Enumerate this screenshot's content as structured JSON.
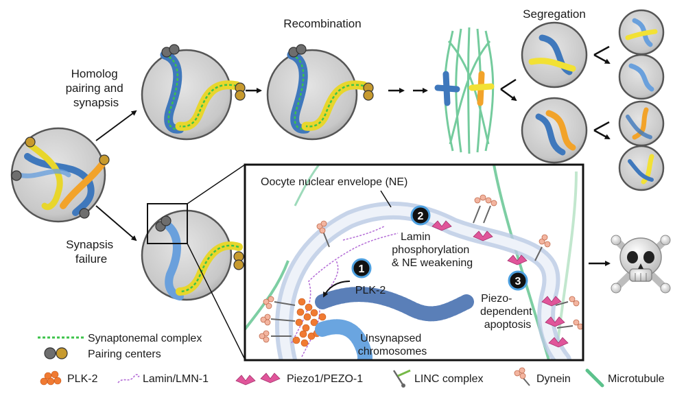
{
  "labels": {
    "homolog_pairing": [
      "Homolog",
      "pairing and",
      "synapsis"
    ],
    "synapsis_failure": [
      "Synapsis",
      "failure"
    ],
    "recombination": "Recombination",
    "segregation": "Segregation",
    "nuclear_envelope": "Oocyte nuclear envelope (NE)",
    "step1_number": "1",
    "step1_label": "PLK-2",
    "step2_number": "2",
    "step2_label": [
      "Lamin",
      "phosphorylation",
      "& NE weakening"
    ],
    "step3_number": "3",
    "step3_label": [
      "Piezo-",
      "dependent",
      "apoptosis"
    ],
    "unsynapsed": [
      "Unsynapsed",
      "chromosomes"
    ]
  },
  "legend_top": {
    "synaptonemal": "Synaptonemal complex",
    "pairing_centers": "Pairing centers"
  },
  "legend_bottom": {
    "plk2": "PLK-2",
    "lamin": "Lamin/LMN-1",
    "piezo": "Piezo1/PEZO-1",
    "linc": "LINC complex",
    "dynein": "Dynein",
    "microtubule": "Microtubule"
  },
  "colors": {
    "chromosome_blue": "#4a86c8",
    "chromosome_yellow": "#f2e135",
    "chromosome_orange": "#f2a32a",
    "synaptonemal_green": "#3cc34a",
    "plk2_orange": "#f07a32",
    "lamin_purple": "#b36bd6",
    "piezo_pink": "#e0559a",
    "microtubule_green": "#5cc28c",
    "nucleus_gray": "#cfcfcf",
    "envelope_blue": "#c9d6ea",
    "pairing_gray": "#6e6e6e",
    "pairing_gold": "#c79a2e"
  },
  "icons": {
    "death": "skull-crossbones-icon"
  }
}
